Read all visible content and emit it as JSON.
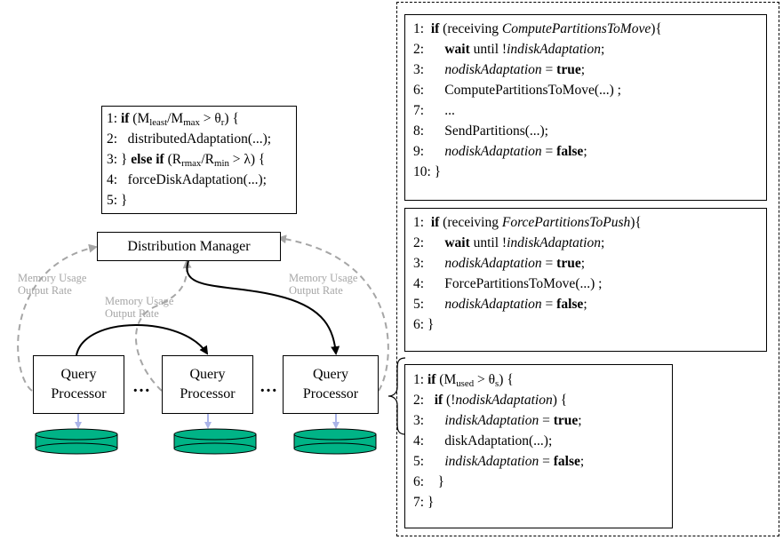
{
  "manager_code": {
    "lines": [
      [
        {
          "t": "1: "
        },
        {
          "t": "if",
          "b": 1
        },
        {
          "t": " (M"
        },
        {
          "t": "least",
          "s": 1
        },
        {
          "t": "/M"
        },
        {
          "t": "max",
          "s": 1
        },
        {
          "t": " > θ"
        },
        {
          "t": "r",
          "s": 1
        },
        {
          "t": ") {"
        }
      ],
      [
        {
          "t": "2:   distributedAdaptation(...);"
        }
      ],
      [
        {
          "t": "3: } "
        },
        {
          "t": "else if",
          "b": 1
        },
        {
          "t": " (R"
        },
        {
          "t": "rmax",
          "s": 1
        },
        {
          "t": "/R"
        },
        {
          "t": "min",
          "s": 1
        },
        {
          "t": " > λ) {"
        }
      ],
      [
        {
          "t": "4:   forceDiskAdaptation(...);"
        }
      ],
      [
        {
          "t": "5: }"
        }
      ]
    ]
  },
  "compute_code": {
    "lines": [
      [
        {
          "t": "1:  "
        },
        {
          "t": "if",
          "b": 1
        },
        {
          "t": " (receiving "
        },
        {
          "t": "ComputePartitionsToMove",
          "i": 1
        },
        {
          "t": "){"
        }
      ],
      [
        {
          "t": "2:      "
        },
        {
          "t": "wait",
          "b": 1
        },
        {
          "t": " until !"
        },
        {
          "t": "indiskAdaptation",
          "i": 1
        },
        {
          "t": ";"
        }
      ],
      [
        {
          "t": "3:      "
        },
        {
          "t": "nodiskAdaptation",
          "i": 1
        },
        {
          "t": " = "
        },
        {
          "t": "true",
          "b": 1
        },
        {
          "t": ";"
        }
      ],
      [
        {
          "t": "6:      ComputePartitionsToMove(...) ;"
        }
      ],
      [
        {
          "t": "7:      ..."
        }
      ],
      [
        {
          "t": "8:      SendPartitions(...);"
        }
      ],
      [
        {
          "t": "9:      "
        },
        {
          "t": "nodiskAdaptation",
          "i": 1
        },
        {
          "t": " = "
        },
        {
          "t": "false",
          "b": 1
        },
        {
          "t": ";"
        }
      ],
      [
        {
          "t": "10: }"
        }
      ]
    ]
  },
  "force_code": {
    "lines": [
      [
        {
          "t": "1:  "
        },
        {
          "t": "if",
          "b": 1
        },
        {
          "t": " (receiving "
        },
        {
          "t": "ForcePartitionsToPush",
          "i": 1
        },
        {
          "t": "){"
        }
      ],
      [
        {
          "t": "2:      "
        },
        {
          "t": "wait",
          "b": 1
        },
        {
          "t": " until !"
        },
        {
          "t": "indiskAdaptation",
          "i": 1
        },
        {
          "t": ";"
        }
      ],
      [
        {
          "t": "3:      "
        },
        {
          "t": "nodiskAdaptation",
          "i": 1
        },
        {
          "t": " = "
        },
        {
          "t": "true",
          "b": 1
        },
        {
          "t": ";"
        }
      ],
      [
        {
          "t": "4:      ForcePartitionsToMove(...) ;"
        }
      ],
      [
        {
          "t": "5:      "
        },
        {
          "t": "nodiskAdaptation",
          "i": 1
        },
        {
          "t": " = "
        },
        {
          "t": "false",
          "b": 1
        },
        {
          "t": ";"
        }
      ],
      [
        {
          "t": "6: }"
        }
      ]
    ]
  },
  "disk_code": {
    "lines": [
      [
        {
          "t": "1: "
        },
        {
          "t": "if",
          "b": 1
        },
        {
          "t": " (M"
        },
        {
          "t": "used",
          "s": 1
        },
        {
          "t": " > θ"
        },
        {
          "t": "s",
          "s": 1
        },
        {
          "t": ") {"
        }
      ],
      [
        {
          "t": "2:   "
        },
        {
          "t": "if",
          "b": 1
        },
        {
          "t": " (!"
        },
        {
          "t": "nodiskAdaptation",
          "i": 1
        },
        {
          "t": ") {"
        }
      ],
      [
        {
          "t": "3:      "
        },
        {
          "t": "indiskAdaptation",
          "i": 1
        },
        {
          "t": " = "
        },
        {
          "t": "true",
          "b": 1
        },
        {
          "t": ";"
        }
      ],
      [
        {
          "t": "4:      diskAdaptation(...);"
        }
      ],
      [
        {
          "t": "5:      "
        },
        {
          "t": "indiskAdaptation",
          "i": 1
        },
        {
          "t": " = "
        },
        {
          "t": "false",
          "b": 1
        },
        {
          "t": ";"
        }
      ],
      [
        {
          "t": "6:    }"
        }
      ],
      [
        {
          "t": "7: }"
        }
      ]
    ]
  },
  "distribution_manager": "Distribution Manager",
  "query_processor": {
    "line1": "Query",
    "line2": "Processor"
  },
  "ellipsis": "…",
  "labels": {
    "left": {
      "line1": "Memory Usage",
      "line2": "Output Rate"
    },
    "middle": {
      "line1": "Memory Usage",
      "line2": "Output Rate"
    },
    "right": {
      "line1": "Memory Usage",
      "line2": "Output Rate"
    }
  },
  "colors": {
    "disk": "#00b386",
    "gray_arrow": "#a6a6a6",
    "disk_arrow": "#aab4e8"
  }
}
